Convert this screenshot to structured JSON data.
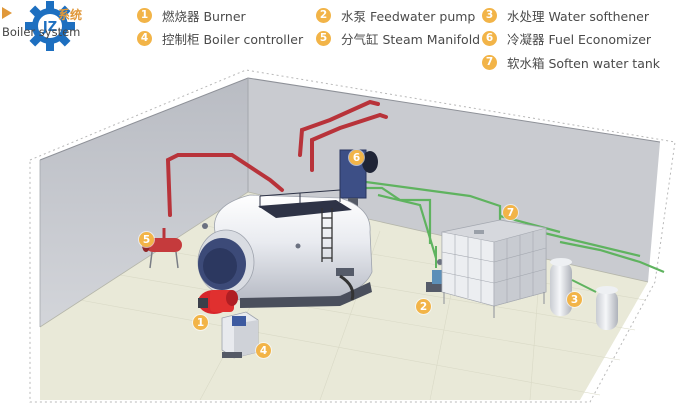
{
  "header": {
    "title_cn": "系统",
    "title_en": "Boiler system",
    "logo_text": "JZ"
  },
  "legend": [
    {
      "num": "1",
      "label": "燃烧器 Burner"
    },
    {
      "num": "2",
      "label": "水泵 Feedwater pump"
    },
    {
      "num": "3",
      "label": "水处理 Water softhener"
    },
    {
      "num": "4",
      "label": "控制柜 Boiler controller"
    },
    {
      "num": "5",
      "label": "分气缸 Steam Manifold"
    },
    {
      "num": "6",
      "label": "冷凝器 Fuel Economizer"
    },
    {
      "num": "7",
      "label": "软水箱 Soften water tank"
    }
  ],
  "callouts": [
    "1",
    "2",
    "3",
    "4",
    "5",
    "6",
    "7"
  ],
  "colors": {
    "accent": "#f2b448",
    "pipe_steam": "#b8333a",
    "pipe_water": "#5fb35f",
    "floor": "#e9e9d9",
    "wall": "#c4c6cc",
    "boiler_body": "#e8eaef",
    "boiler_end": "#3c4a78",
    "logo": "#1d6fc0"
  }
}
